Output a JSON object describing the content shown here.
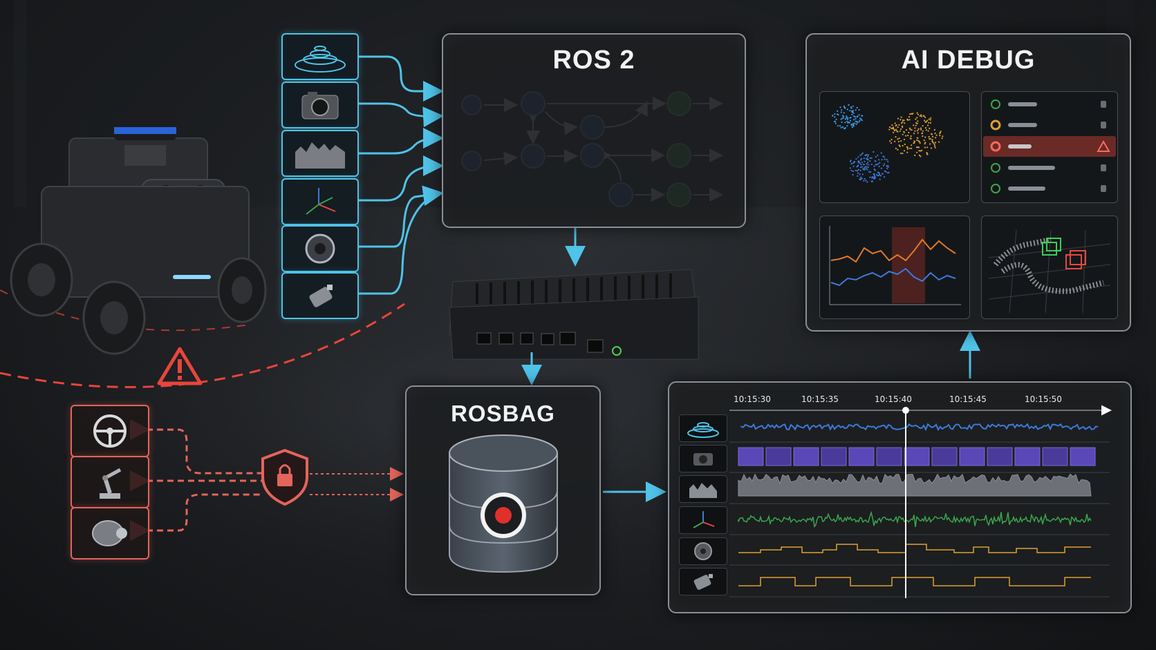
{
  "panels": {
    "ros2_title": "ROS 2",
    "ai_debug_title": "AI DEBUG",
    "rosbag_title": "ROSBAG"
  },
  "timeline": {
    "time_labels": [
      "10:15:30",
      "10:15:35",
      "10:15:40",
      "10:15:45",
      "10:15:50"
    ]
  },
  "colors": {
    "sensor_link": "#4fc3e8",
    "actuator_link": "#e4655a",
    "warning": "#e8453c",
    "node_blue": "#2f5fb8",
    "node_green": "#3aa64c",
    "panel_border": "#8a8f96"
  },
  "sensors": [
    {
      "name": "lidar-icon"
    },
    {
      "name": "camera-icon"
    },
    {
      "name": "depth-map-icon"
    },
    {
      "name": "imu-axes-icon"
    },
    {
      "name": "wheel-encoder-icon"
    },
    {
      "name": "motor-icon"
    }
  ],
  "actuators": [
    {
      "name": "steering-wheel-icon"
    },
    {
      "name": "robot-arm-icon"
    },
    {
      "name": "motor-actuator-icon"
    }
  ]
}
